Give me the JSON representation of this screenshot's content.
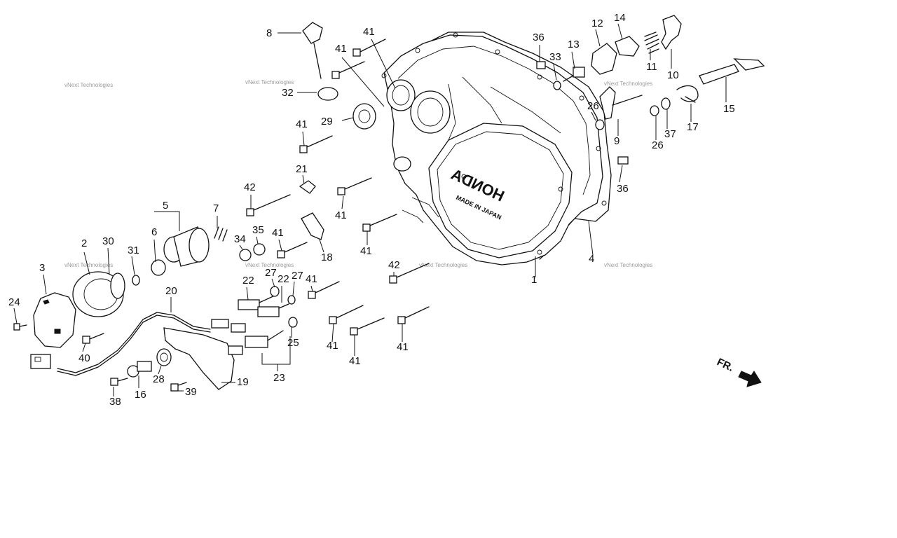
{
  "diagram": {
    "watermark": "vNext Technologies",
    "cover_brand": "HONDA",
    "cover_made_in": "MADE IN JAPAN",
    "direction_label": "FR.",
    "callouts": [
      {
        "id": "c1",
        "label": "1"
      },
      {
        "id": "c2",
        "label": "2"
      },
      {
        "id": "c3",
        "label": "3"
      },
      {
        "id": "c4",
        "label": "4"
      },
      {
        "id": "c5",
        "label": "5"
      },
      {
        "id": "c6",
        "label": "6"
      },
      {
        "id": "c7",
        "label": "7"
      },
      {
        "id": "c8",
        "label": "8"
      },
      {
        "id": "c9",
        "label": "9"
      },
      {
        "id": "c10",
        "label": "10"
      },
      {
        "id": "c11",
        "label": "11"
      },
      {
        "id": "c12",
        "label": "12"
      },
      {
        "id": "c13",
        "label": "13"
      },
      {
        "id": "c14",
        "label": "14"
      },
      {
        "id": "c15",
        "label": "15"
      },
      {
        "id": "c16",
        "label": "16"
      },
      {
        "id": "c17",
        "label": "17"
      },
      {
        "id": "c18",
        "label": "18"
      },
      {
        "id": "c19",
        "label": "19"
      },
      {
        "id": "c20",
        "label": "20"
      },
      {
        "id": "c21",
        "label": "21"
      },
      {
        "id": "c22a",
        "label": "22"
      },
      {
        "id": "c22b",
        "label": "22"
      },
      {
        "id": "c23",
        "label": "23"
      },
      {
        "id": "c24",
        "label": "24"
      },
      {
        "id": "c25",
        "label": "25"
      },
      {
        "id": "c26a",
        "label": "26"
      },
      {
        "id": "c26b",
        "label": "26"
      },
      {
        "id": "c27a",
        "label": "27"
      },
      {
        "id": "c27b",
        "label": "27"
      },
      {
        "id": "c28",
        "label": "28"
      },
      {
        "id": "c29",
        "label": "29"
      },
      {
        "id": "c30",
        "label": "30"
      },
      {
        "id": "c31",
        "label": "31"
      },
      {
        "id": "c32",
        "label": "32"
      },
      {
        "id": "c33",
        "label": "33"
      },
      {
        "id": "c34",
        "label": "34"
      },
      {
        "id": "c35",
        "label": "35"
      },
      {
        "id": "c36a",
        "label": "36"
      },
      {
        "id": "c36b",
        "label": "36"
      },
      {
        "id": "c37",
        "label": "37"
      },
      {
        "id": "c38",
        "label": "38"
      },
      {
        "id": "c39",
        "label": "39"
      },
      {
        "id": "c40",
        "label": "40"
      },
      {
        "id": "c41a",
        "label": "41"
      },
      {
        "id": "c41b",
        "label": "41"
      },
      {
        "id": "c41c",
        "label": "41"
      },
      {
        "id": "c41d",
        "label": "41"
      },
      {
        "id": "c41e",
        "label": "41"
      },
      {
        "id": "c41f",
        "label": "41"
      },
      {
        "id": "c41g",
        "label": "41"
      },
      {
        "id": "c41h",
        "label": "41"
      },
      {
        "id": "c41i",
        "label": "41"
      },
      {
        "id": "c41j",
        "label": "41"
      },
      {
        "id": "c41k",
        "label": "41"
      },
      {
        "id": "c42a",
        "label": "42"
      },
      {
        "id": "c42b",
        "label": "42"
      }
    ]
  }
}
